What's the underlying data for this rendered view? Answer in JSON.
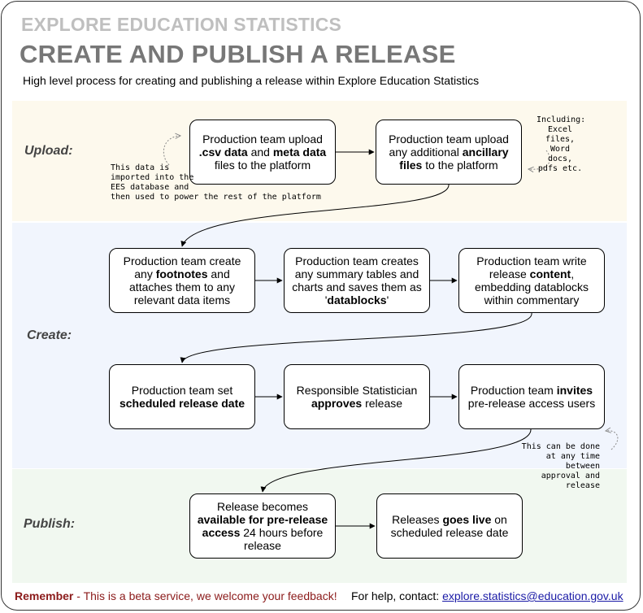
{
  "header": {
    "super_title": "EXPLORE EDUCATION STATISTICS",
    "title": "CREATE AND PUBLISH A RELEASE",
    "subtitle": "High level process for creating and publishing a release within Explore Education Statistics"
  },
  "stages": {
    "upload": "Upload:",
    "create": "Create:",
    "publish": "Publish:"
  },
  "steps": {
    "upload_csv": {
      "pre": "Production team upload ",
      "b1": ".csv data",
      "mid": " and ",
      "b2": "meta data",
      "post": " files to the platform"
    },
    "upload_ancillary": {
      "pre": "Production team upload any additional ",
      "b1": "ancillary files",
      "post": " to the platform"
    },
    "footnotes": {
      "pre": "Production team create any ",
      "b1": "footnotes",
      "post": " and attaches them to any relevant data items"
    },
    "datablocks": {
      "pre": "Production team creates any summary tables and charts and saves them as '",
      "b1": "datablocks",
      "post": "'"
    },
    "content": {
      "pre": "Production team write release ",
      "b1": "content",
      "post": ", embedding datablocks within commentary"
    },
    "scheduled": {
      "pre": "Production team set ",
      "b1": "scheduled release date",
      "post": ""
    },
    "approves": {
      "pre": "Responsible Statistician ",
      "b1": "approves",
      "post": " release"
    },
    "invites": {
      "pre": "Production team ",
      "b1": "invites",
      "post": " pre-release access users"
    },
    "prerelease": {
      "pre": "Release becomes ",
      "b1": "available for pre-release access",
      "post": " 24 hours before release"
    },
    "golive": {
      "pre": "Releases ",
      "b1": "goes live",
      "post": " on scheduled release date"
    }
  },
  "notes": {
    "imported": [
      "This data is",
      "imported into the",
      "EES database and",
      "then used to power the rest of the platform"
    ],
    "including": [
      "Including:",
      "Excel files,",
      "Word docs,",
      "pdfs etc."
    ],
    "anytime": [
      "This can be done",
      "at any time between",
      "approval and release"
    ]
  },
  "footer": {
    "remember_bold": "Remember",
    "remember_text": " - This is a beta service, we welcome your feedback!",
    "help_text": "For help, contact: ",
    "help_email": "explore.statistics@education.gov.uk"
  },
  "colors": {
    "upload_band": "#fdf9ed",
    "create_band": "#f1f5fd",
    "publish_band": "#f1f8f0",
    "remember": "#8b1a1a",
    "link": "#1a1aa6"
  }
}
